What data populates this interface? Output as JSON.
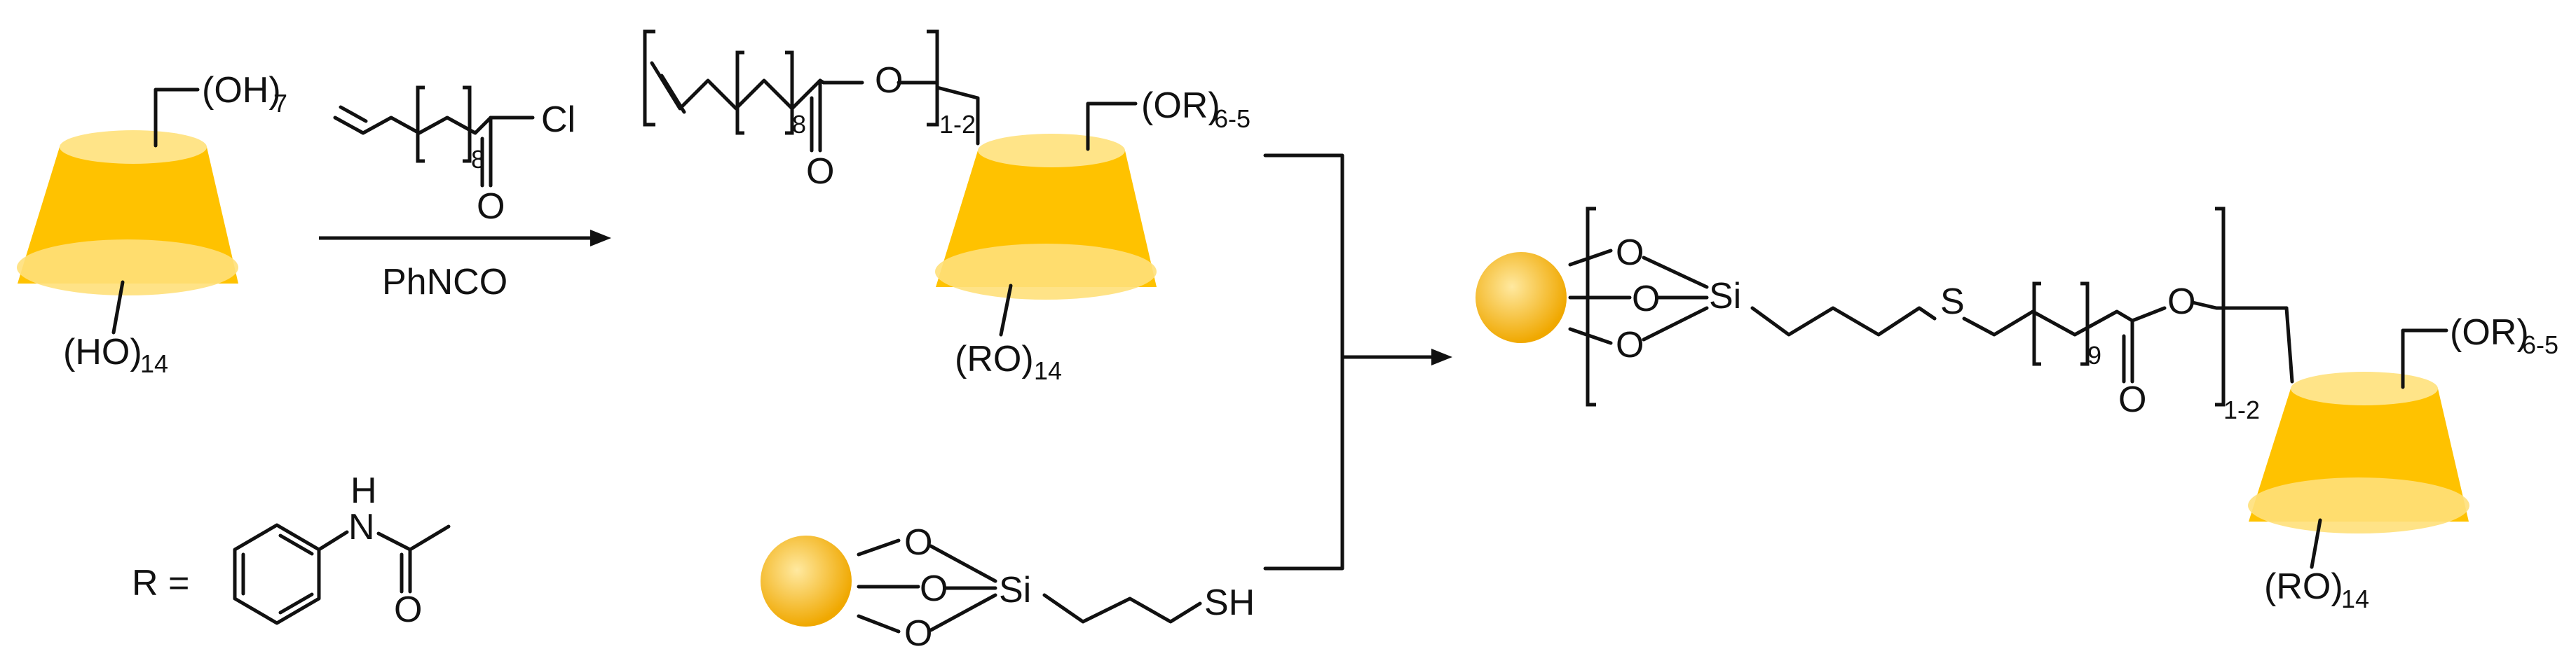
{
  "colors": {
    "cone_body": "#FFC200",
    "cone_top": "#FFE488",
    "cone_bottom": "#FFE07A",
    "sphere_center": "#FFE9A0",
    "sphere_edge": "#F0A800",
    "ink": "#111111"
  },
  "reactant": {
    "top_group": "(OH)",
    "top_sub": "7",
    "bottom_group": "(HO)",
    "bottom_sub": "14"
  },
  "reagent": {
    "acyl_cl": "Cl",
    "acyl_o": "O",
    "chain_sub": "8",
    "arrow_label": "PhNCO"
  },
  "intermediate": {
    "ester_o": "O",
    "carbonyl_o": "O",
    "chain_sub": "8",
    "bracket_sub": "1-2",
    "top_group": "(OR)",
    "top_sub": "6-5",
    "bottom_group": "(RO)",
    "bottom_sub": "14"
  },
  "silica": {
    "o_labels": [
      "O",
      "O",
      "O"
    ],
    "si": "Si",
    "sh": "SH"
  },
  "product": {
    "o_labels": [
      "O",
      "O",
      "O"
    ],
    "si": "Si",
    "s": "S",
    "chain_sub": "9",
    "carbonyl_o": "O",
    "ester_o": "O",
    "bracket_sub": "1-2",
    "top_group": "(OR)",
    "top_sub": "6-5",
    "bottom_group": "(RO)",
    "bottom_sub": "14"
  },
  "r_definition": {
    "label": "R =",
    "nh_n": "N",
    "nh_h": "H",
    "o": "O"
  }
}
